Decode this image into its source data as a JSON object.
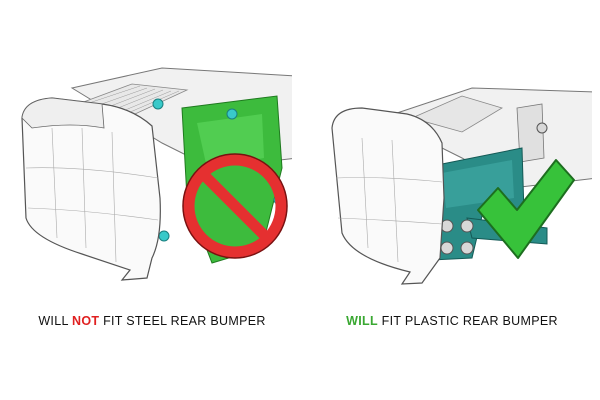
{
  "left_panel": {
    "caption_pre": "WILL ",
    "caption_highlight": "NOT",
    "caption_post": " FIT STEEL REAR BUMPER",
    "highlight_color": "#e02020",
    "icon": "prohibited-sign-icon"
  },
  "right_panel": {
    "caption_highlight": "WILL",
    "caption_post": " FIT PLASTIC REAR BUMPER",
    "highlight_color": "#3aa832",
    "icon": "checkmark-icon"
  },
  "colors": {
    "bracket_green": "#3dbb3d",
    "bracket_teal": "#2a8c87",
    "prohibit_red": "#e53030",
    "check_green": "#37c23a",
    "line_gray": "#777777"
  }
}
